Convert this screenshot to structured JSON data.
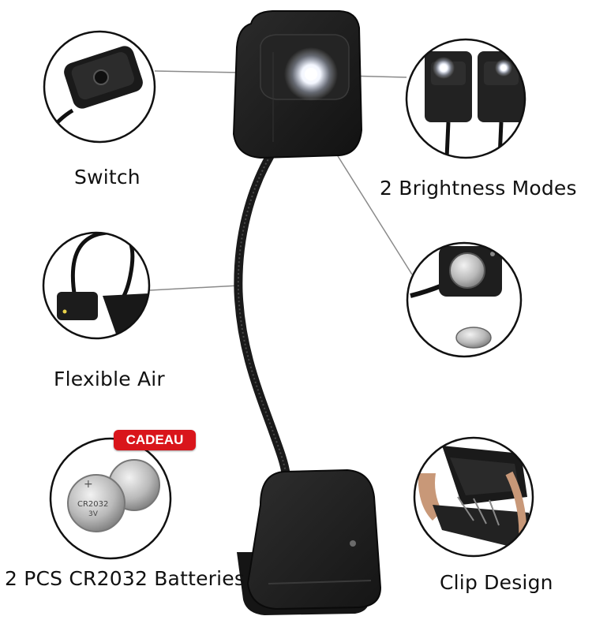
{
  "labels": {
    "switch": "Switch",
    "brightness": "2 Brightness Modes",
    "flexible": "Flexible Air",
    "batteries": "2 PCS CR2032 Batteries",
    "clip": "Clip Design",
    "gift_badge": "CADEAU"
  },
  "battery_print": {
    "model": "CR2032",
    "voltage": "3V"
  },
  "colors": {
    "product_black": "#1c1c1c",
    "badge_red": "#d9151b",
    "leader_line": "#8a8a8a",
    "circle_outline": "#111111"
  }
}
